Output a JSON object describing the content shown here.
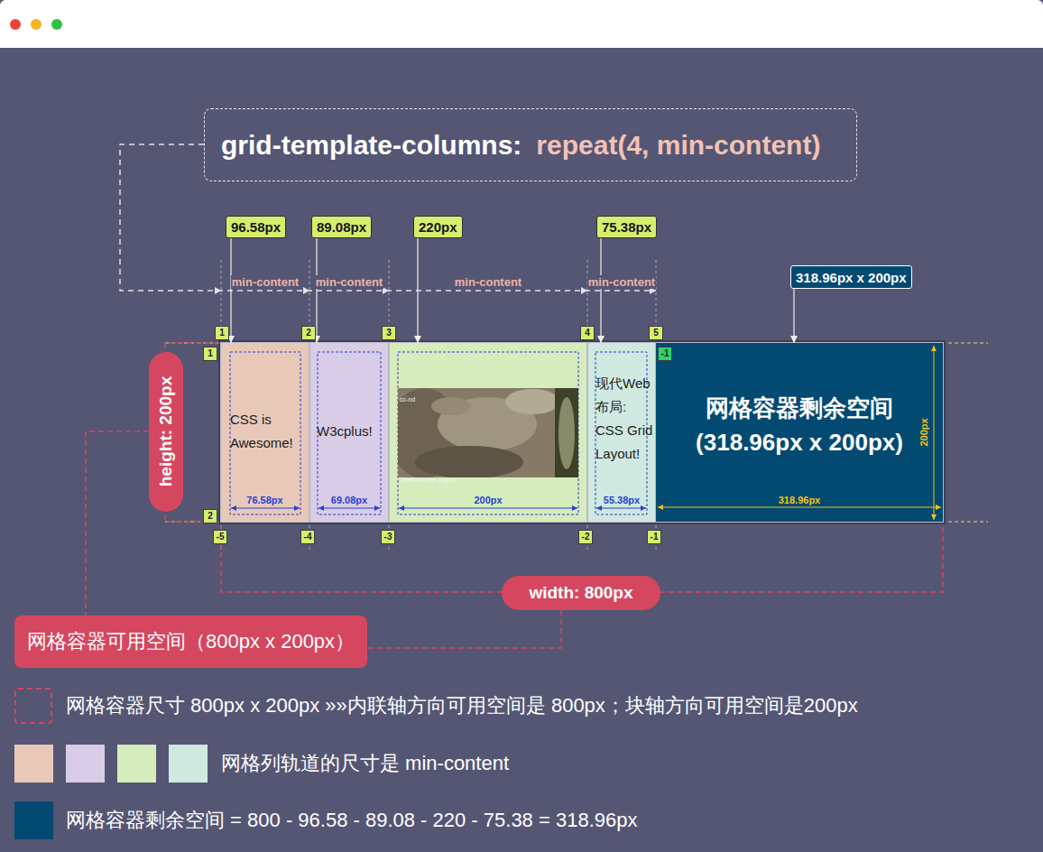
{
  "diagram": {
    "nodes": [
      {
        "text": [
          "grid-template-columns:",
          "repeat(4, min-content)"
        ]
      },
      {
        "text": [
          "96.58px"
        ]
      },
      {
        "text": [
          "89.08px"
        ]
      },
      {
        "text": [
          "220px"
        ]
      },
      {
        "text": [
          "75.38px"
        ]
      },
      {
        "text": [
          "318.96px x 200px"
        ]
      },
      {
        "text": [
          "CSS is Awesome!",
          "76.58px"
        ]
      },
      {
        "text": [
          "W3cplus!",
          "69.08px"
        ]
      },
      {
        "text": [
          "200px"
        ]
      },
      {
        "text": [
          "现代Web布局: CSS Grid Layout!",
          "55.38px"
        ]
      },
      {
        "text": [
          "网格容器剩余空间 (318.96px x 200px)",
          "318.96px",
          "200px"
        ]
      },
      {
        "text": [
          "height: 200px"
        ]
      },
      {
        "text": [
          "width: 800px"
        ]
      },
      {
        "text": [
          "网格容器可用空间（800px x 200px）"
        ]
      }
    ],
    "edges": [
      {
        "from": 1,
        "to": 6,
        "arrow": "to"
      },
      {
        "from": 2,
        "to": 7,
        "arrow": "to"
      },
      {
        "from": 3,
        "to": 8,
        "arrow": "to"
      },
      {
        "from": 4,
        "to": 9,
        "arrow": "to"
      },
      {
        "from": 5,
        "to": 10,
        "arrow": "to"
      },
      {
        "from": 11,
        "to": 13,
        "arrow": "none"
      },
      {
        "from": 12,
        "to": 13,
        "arrow": "none"
      }
    ],
    "labels": [
      "min-content",
      "min-content",
      "min-content",
      "min-content",
      "1",
      "2",
      "3",
      "4",
      "5",
      "1",
      "2",
      "-1",
      "-5",
      "-4",
      "-3",
      "-2",
      "-1",
      "cc-nd",
      "Tambako the Jaguar"
    ],
    "legend": [
      {
        "text": "网格容器尺寸 800px x 200px »»内联轴方向可用空间是 800px；块轴方向可用空间是200px"
      },
      {
        "text": "网格列轨道的尺寸是 min-content"
      },
      {
        "text": "网格容器剩余空间 = 800 - 96.58 - 89.08 - 220 - 75.38 = 318.96px",
        "color": "#034a72"
      }
    ]
  }
}
